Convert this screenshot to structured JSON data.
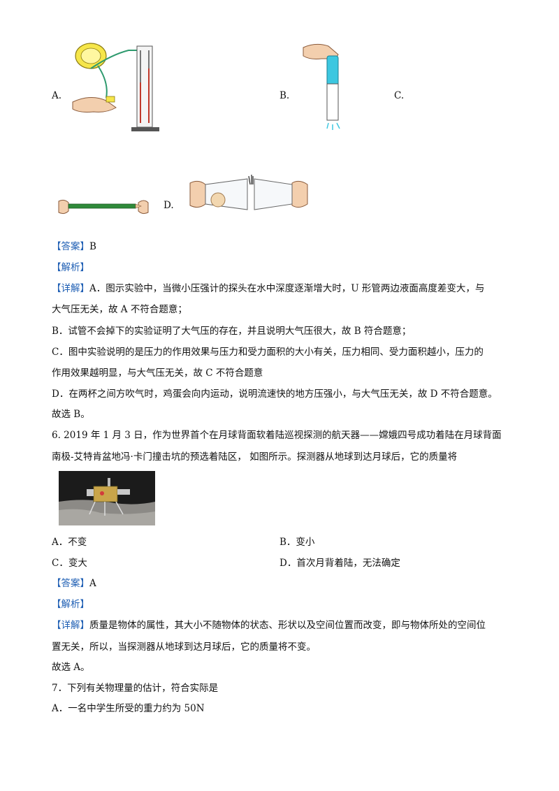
{
  "q5": {
    "option_a": "A.",
    "option_b": "B.",
    "option_c": "C.",
    "option_d": "D.",
    "answer": "【答案】B",
    "analysis": "【解析】",
    "detail_1": "【详解】A．图示实验中，当微小压强计的探头在水中深度逐渐增大时，U 形管两边液面高度差变大，与",
    "detail_2": "大气压无关，故 A 不符合题意；",
    "detail_3": "B．试管不会掉下的实验证明了大气压的存在，并且说明大气压很大，故 B 符合题意；",
    "detail_4": "C．图中实验说明的是压力的作用效果与压力和受力面积的大小有关，压力相同、受力面积越小，压力的",
    "detail_5": "作用效果越明显，与大气压无关，故 C 不符合题意",
    "detail_6": "D．在两杯之间方吹气时，鸡蛋会向内运动，说明流速快的地方压强小，与大气压无关，故 D 不符合题意。",
    "conclusion": "故选 B。"
  },
  "q6": {
    "stem_1": "6. 2019 年 1 月 3 日，作为世界首个在月球背面软着陆巡视探测的航天器——嫦娥四号成功着陆在月球背面",
    "stem_2": "南极-艾特肯盆地冯·卡门撞击坑的预选着陆区，  如图所示。探测器从地球到达月球后，它的质量将",
    "option_a": "A．不变",
    "option_b": "B．变小",
    "option_c": "C．变大",
    "option_d": "D．首次月背着陆，无法确定",
    "answer": "【答案】A",
    "analysis": "【解析】",
    "detail_1": "【详解】质量是物体的属性，其大小不随物体的状态、形状以及空间位置而改变，即与物体所处的空间位",
    "detail_2": "置无关，所以，当探测器从地球到达月球后，它的质量将不变。",
    "conclusion": "故选 A。"
  },
  "q7": {
    "stem": "7．下列有关物理量的估计，符合实际是",
    "option_a": "A．一名中学生所受的重力约为 50N"
  },
  "colors": {
    "bracket_label": "#1f5fb4",
    "text": "#111111"
  }
}
